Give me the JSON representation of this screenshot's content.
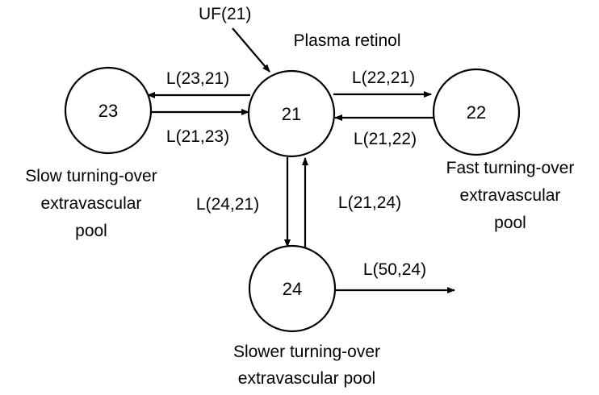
{
  "nodes": {
    "n21": {
      "id": "21",
      "caption": [
        "Plasma retinol"
      ]
    },
    "n22": {
      "id": "22",
      "caption": [
        "Fast turning-over",
        "extravascular",
        "pool"
      ]
    },
    "n23": {
      "id": "23",
      "caption": [
        "Slow turning-over",
        "extravascular",
        "pool"
      ]
    },
    "n24": {
      "id": "24",
      "caption": [
        "Slower turning-over",
        "extravascular pool"
      ]
    }
  },
  "edges": {
    "uf21": {
      "label": "UF(21)",
      "from": "input",
      "to": "21"
    },
    "l23_21": {
      "label": "L(23,21)",
      "from": "21",
      "to": "23"
    },
    "l21_23": {
      "label": "L(21,23)",
      "from": "23",
      "to": "21"
    },
    "l22_21": {
      "label": "L(22,21)",
      "from": "21",
      "to": "22"
    },
    "l21_22": {
      "label": "L(21,22)",
      "from": "22",
      "to": "21"
    },
    "l24_21": {
      "label": "L(24,21)",
      "from": "21",
      "to": "24"
    },
    "l21_24": {
      "label": "L(21,24)",
      "from": "24",
      "to": "21"
    },
    "l50_24": {
      "label": "L(50,24)",
      "from": "24",
      "to": "output"
    }
  },
  "colors": {
    "stroke": "#000000",
    "background": "#ffffff"
  }
}
